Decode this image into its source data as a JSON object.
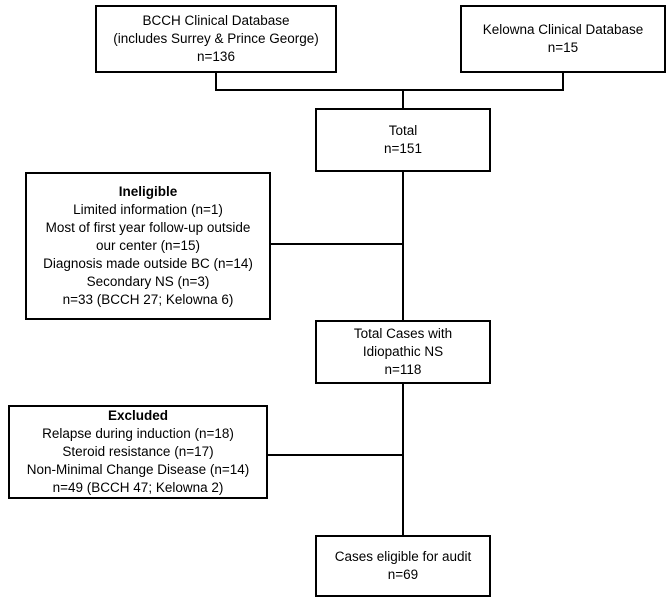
{
  "flowchart": {
    "bcch": {
      "lines": [
        "BCCH Clinical Database",
        "(includes Surrey & Prince George)",
        "n=136"
      ]
    },
    "kelowna": {
      "lines": [
        "Kelowna Clinical Database",
        "n=15"
      ]
    },
    "total": {
      "lines": [
        "Total",
        "n=151"
      ]
    },
    "ineligible": {
      "heading": "Ineligible",
      "lines": [
        "Limited information (n=1)",
        "Most of first year follow-up outside",
        "our center (n=15)",
        "Diagnosis made outside BC (n=14)",
        "Secondary NS (n=3)",
        "n=33 (BCCH 27; Kelowna 6)"
      ]
    },
    "idiopathic": {
      "lines": [
        "Total Cases with",
        "Idiopathic NS",
        "n=118"
      ]
    },
    "excluded": {
      "heading": "Excluded",
      "lines": [
        "Relapse during induction (n=18)",
        "Steroid resistance (n=17)",
        "Non-Minimal Change Disease (n=14)",
        "n=49 (BCCH 47; Kelowna 2)"
      ]
    },
    "eligible": {
      "lines": [
        "Cases eligible for audit",
        "n=69"
      ]
    }
  }
}
